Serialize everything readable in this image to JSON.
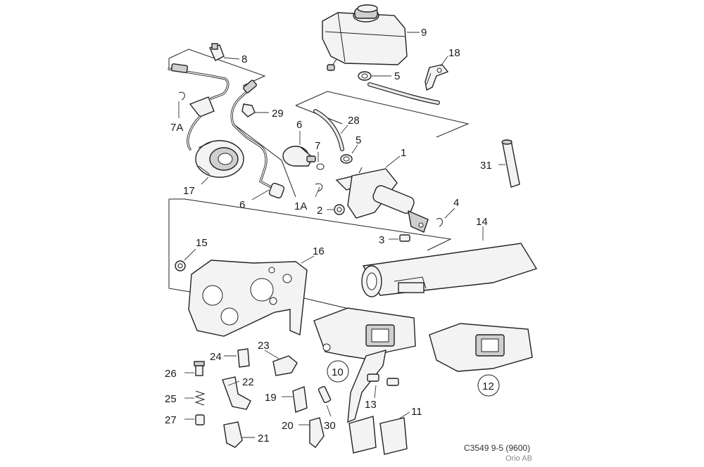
{
  "callouts": {
    "c9": "9",
    "c18": "18",
    "c8": "8",
    "c5a": "5",
    "c29": "29",
    "c7a": "7A",
    "c28": "28",
    "c6a": "6",
    "c7": "7",
    "c5b": "5",
    "c1": "1",
    "c31": "31",
    "c17": "17",
    "c6b": "6",
    "c1a": "1A",
    "c2": "2",
    "c4": "4",
    "c14": "14",
    "c3": "3",
    "c15": "15",
    "c16": "16",
    "c23": "23",
    "c24": "24",
    "c26": "26",
    "c10": "10",
    "c22": "22",
    "c12": "12",
    "c25": "25",
    "c19": "19",
    "c13": "13",
    "c11": "11",
    "c27": "27",
    "c20": "20",
    "c30": "30",
    "c21": "21"
  },
  "footer": {
    "code": "C3549 9-5 (9600)",
    "brand": "Orio AB"
  }
}
